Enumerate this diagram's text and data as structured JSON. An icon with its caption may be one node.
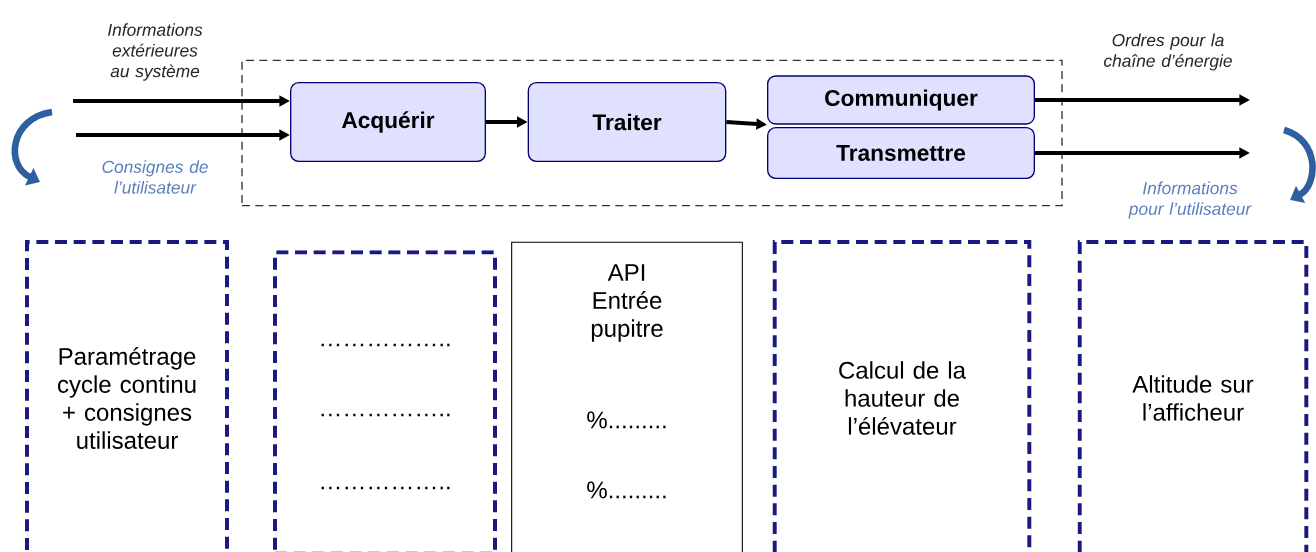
{
  "diagram": {
    "nodes": [
      {
        "text": [],
        "shape": "box"
      },
      {
        "text": [
          "Acquérir"
        ],
        "in": 0
      },
      {
        "text": [
          "Traiter"
        ],
        "in": 0
      },
      {
        "text": [
          "Communiquer"
        ],
        "in": 0
      },
      {
        "text": [
          "Transmettre"
        ],
        "in": 0
      },
      {
        "text": [
          "Paramétrage cycle continu + consignes utilisateur"
        ]
      },
      {
        "text": [
          "……………..",
          "……………..",
          "…………….."
        ]
      },
      {
        "text": [
          "API Entrée pupitre",
          "%.........",
          "%........."
        ]
      },
      {
        "text": [
          "Calcul de la hauteur de l’élévateur"
        ]
      },
      {
        "text": [
          "Altitude sur l’afficheur"
        ]
      }
    ],
    "edges": [
      {
        "from": null,
        "to": 1,
        "arrow": "to",
        "label": "Informations extérieures au système"
      },
      {
        "from": null,
        "to": 1,
        "arrow": "to",
        "label": "Consignes de l’utilisateur"
      },
      {
        "from": 1,
        "to": 2,
        "arrow": "to"
      },
      {
        "from": 2,
        "to": 3,
        "arrow": "to"
      },
      {
        "from": 3,
        "to": null,
        "arrow": "to",
        "label": "Ordres pour la chaîne d’énergie"
      },
      {
        "from": 4,
        "to": null,
        "arrow": "to",
        "label": "Informations pour l’utilisateur"
      }
    ]
  }
}
